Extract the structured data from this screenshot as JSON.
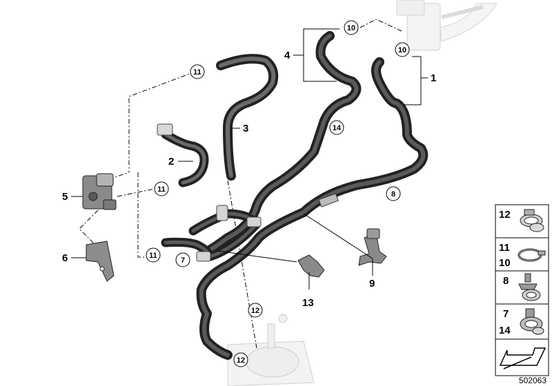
{
  "diagram": {
    "part_labels": [
      "1",
      "2",
      "3",
      "4",
      "5",
      "6",
      "9",
      "13"
    ],
    "callouts": [
      "10",
      "10",
      "11",
      "11",
      "11",
      "7",
      "14",
      "8",
      "12",
      "12"
    ],
    "legend": {
      "rows": [
        {
          "numbers": [
            "12"
          ],
          "icon": "double-hose-clamp-icon"
        },
        {
          "numbers": [
            "11",
            "10"
          ],
          "icon": "spring-band-clamp-icon"
        },
        {
          "numbers": [
            "8"
          ],
          "icon": "push-clip-holder-icon"
        },
        {
          "numbers": [
            "7",
            "14"
          ],
          "icon": "hose-clip-icon"
        },
        {
          "numbers": [],
          "icon": "arrow-symbol-icon"
        }
      ]
    },
    "reference_number": "502063"
  }
}
